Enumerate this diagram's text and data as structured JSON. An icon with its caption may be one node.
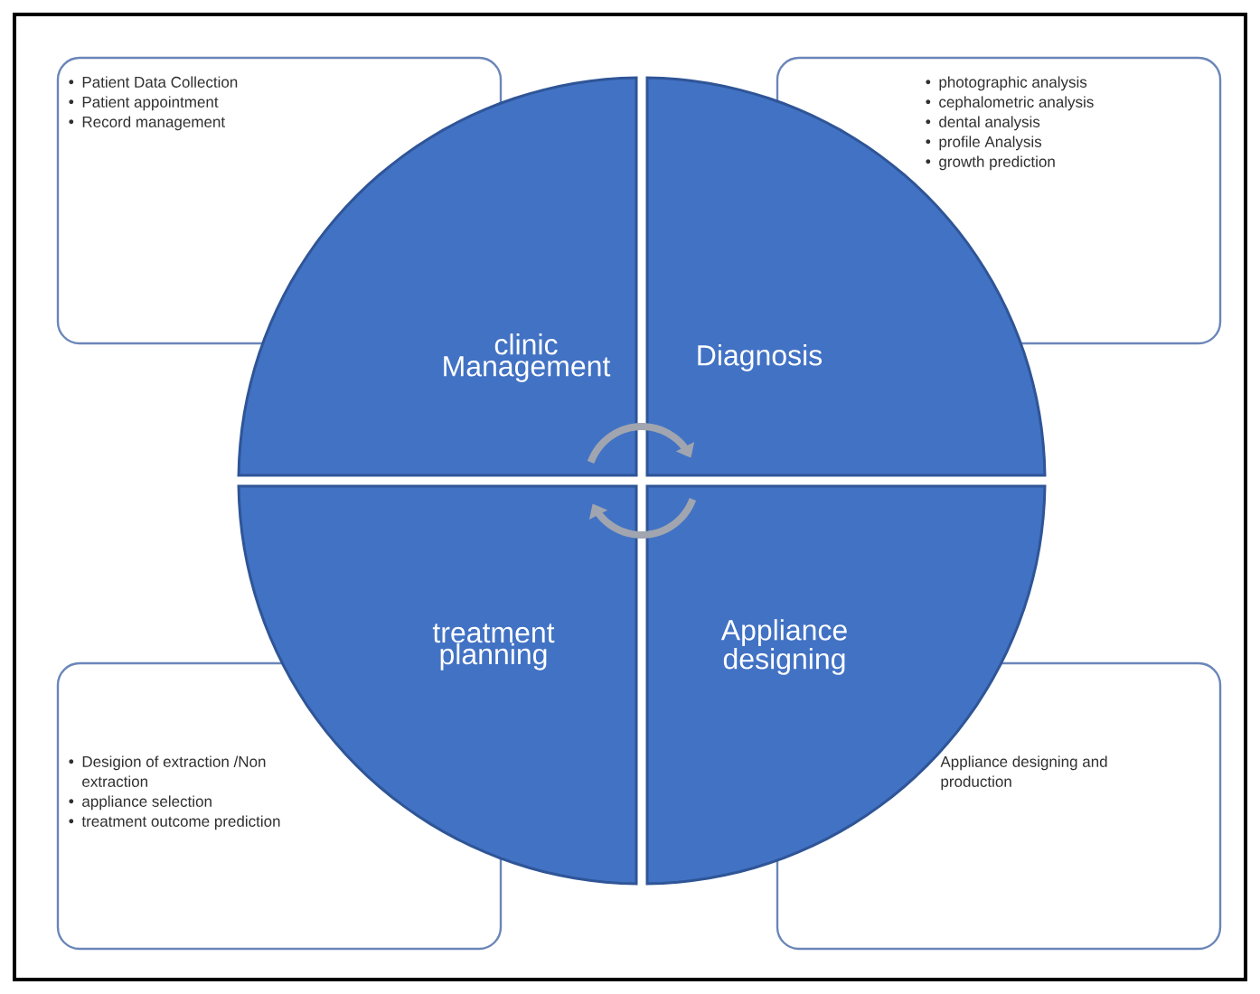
{
  "diagram": {
    "nodes": [
      {
        "text": [
          "Patient Data Collection",
          "Patient appointment",
          "Record management"
        ]
      },
      {
        "text": [
          "photographic analysis",
          "cephalometric analysis",
          "dental analysis",
          "profile Analysis",
          "growth prediction"
        ]
      },
      {
        "text": [
          "clinic Management"
        ]
      },
      {
        "text": [
          "Diagnosis"
        ]
      },
      {
        "text": [
          "treatment planning"
        ]
      },
      {
        "text": [
          "Appliance designing"
        ]
      },
      {
        "text": [
          "Desigion of extraction /Non extraction",
          "appliance selection",
          "treatment outcome prediction"
        ]
      },
      {
        "text": [
          "Appliance designing and production"
        ]
      }
    ],
    "edges": [
      {
        "from": 2,
        "to": 3,
        "arrow": "to"
      },
      {
        "from": 5,
        "to": 4,
        "arrow": "to"
      }
    ]
  }
}
